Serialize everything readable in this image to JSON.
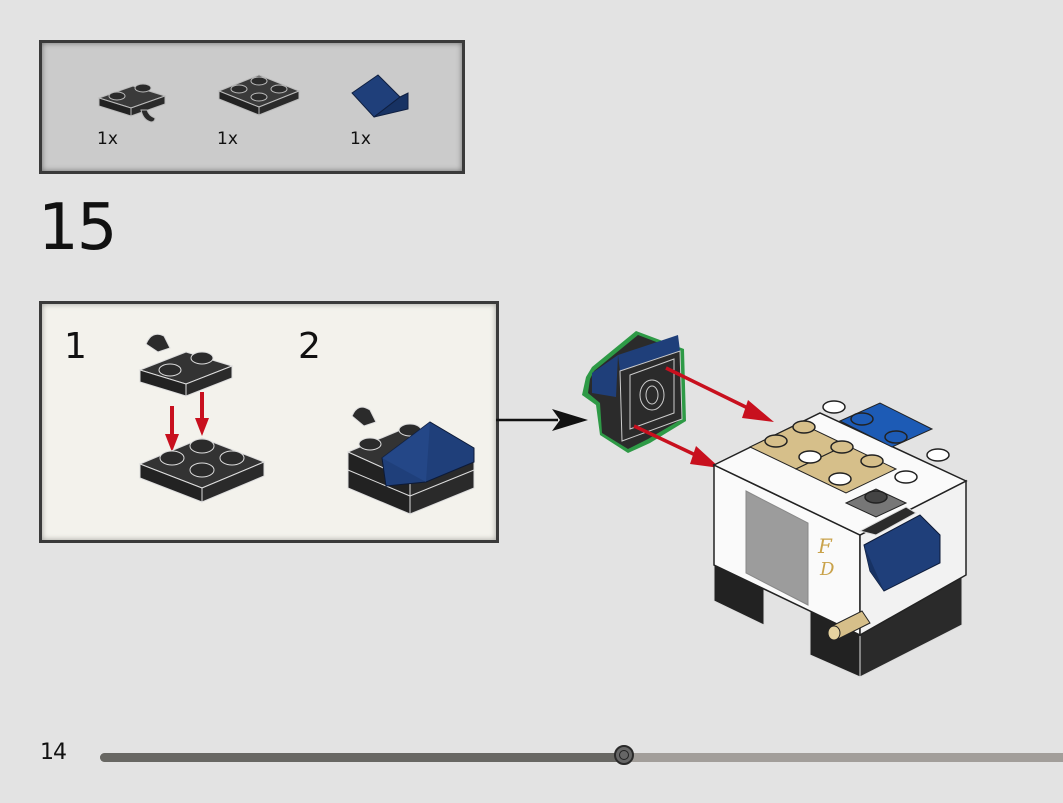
{
  "parts_list": {
    "items": [
      {
        "name": "black plate 1x2 with clip",
        "color": "#2b2b2b",
        "quantity": "1x"
      },
      {
        "name": "black plate 2x2",
        "color": "#2b2b2b",
        "quantity": "1x"
      },
      {
        "name": "dark blue slope",
        "color": "#1f3f7a",
        "quantity": "1x"
      }
    ]
  },
  "step": {
    "number": "15",
    "substeps": [
      {
        "number": "1"
      },
      {
        "number": "2"
      }
    ]
  },
  "colors": {
    "background": "#e3e3e3",
    "parts_box": "#cbcbcb",
    "substep_box": "#f3f2ec",
    "black_brick": "#2b2b2b",
    "dark_blue": "#1f3f7a",
    "bright_blue": "#1d5bb5",
    "tan": "#d6bf8a",
    "white_brick": "#fafafa",
    "arrow_red": "#c8101e",
    "highlight_green": "#2e9a46"
  },
  "footer": {
    "page_number": "14",
    "progress": 0.546
  }
}
